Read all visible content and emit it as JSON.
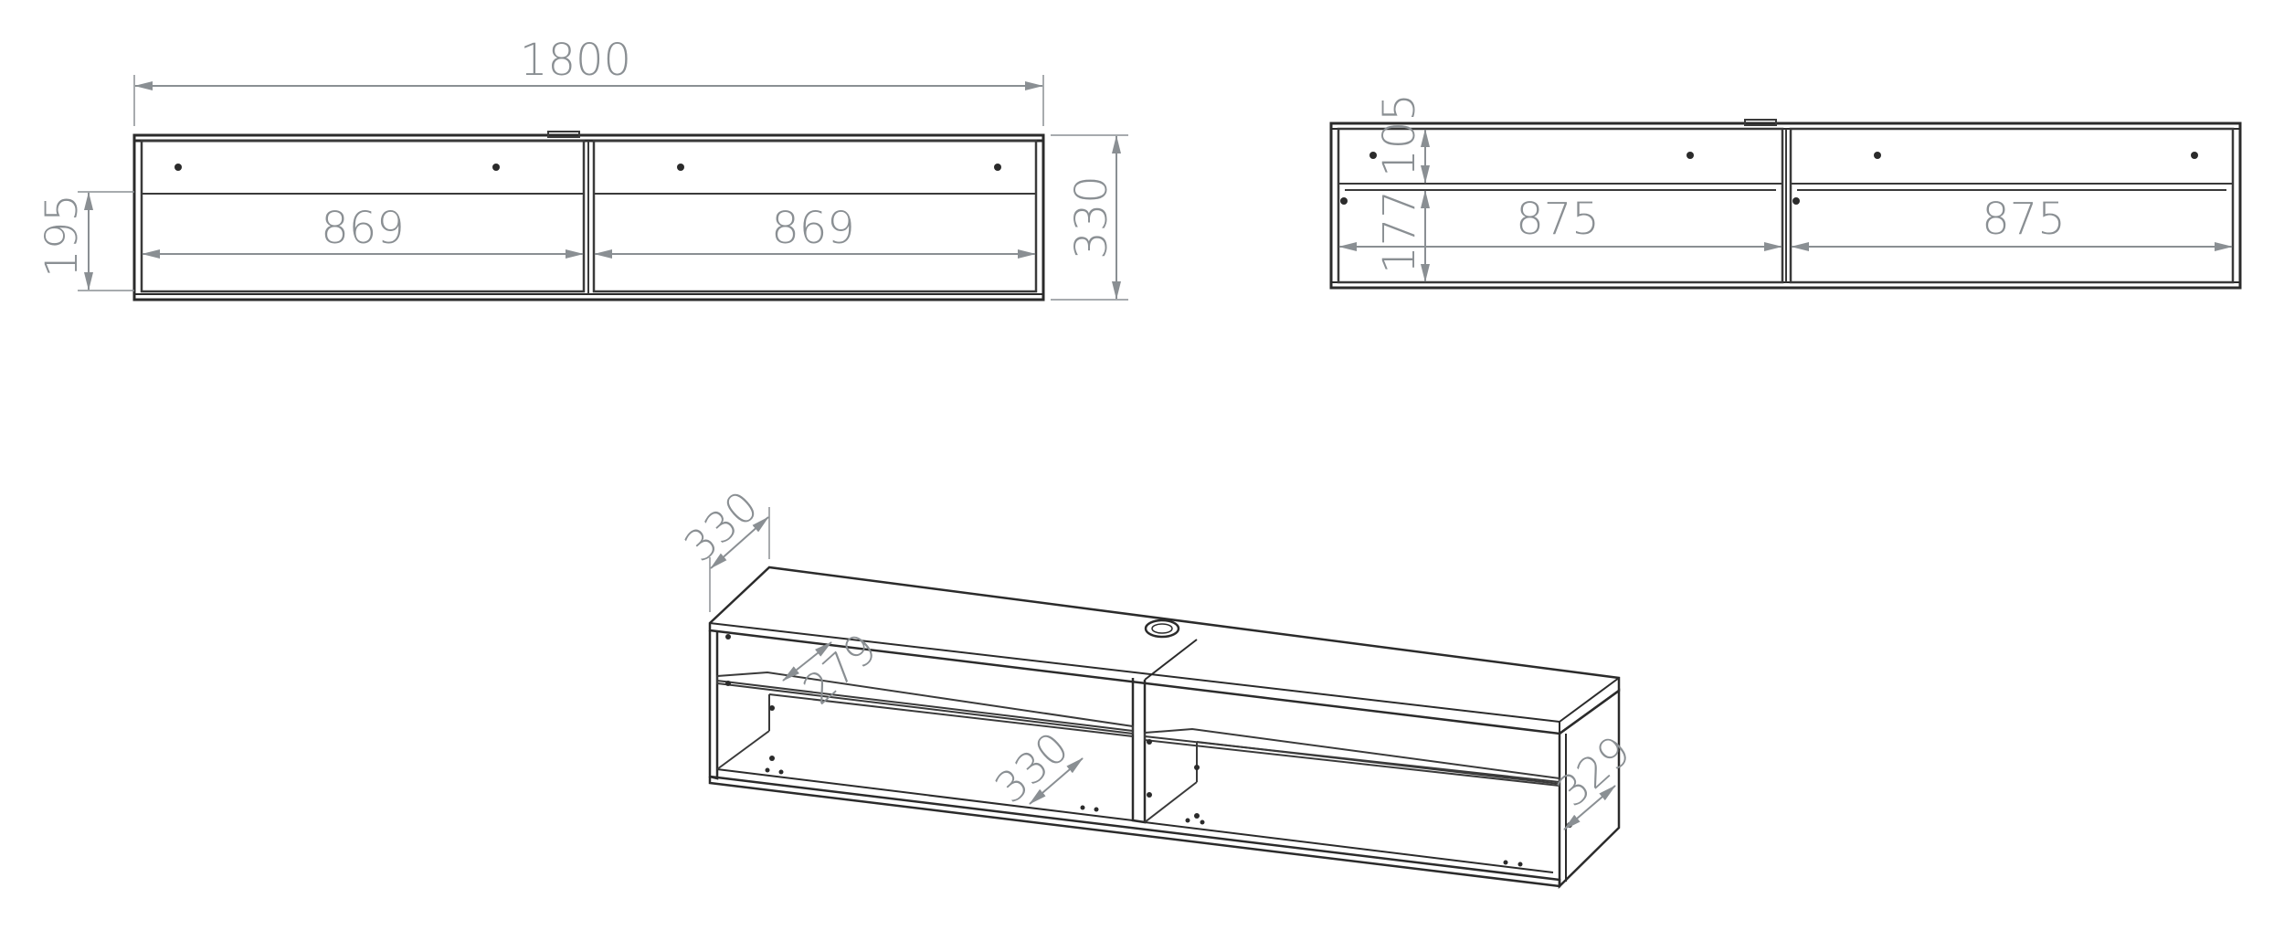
{
  "front_view": {
    "width": "1800",
    "height": "330",
    "lower_height": "195",
    "compartment_left": "869",
    "compartment_right": "869"
  },
  "back_view": {
    "upper_height": "105",
    "lower_height": "177",
    "compartment_left": "875",
    "compartment_right": "875"
  },
  "iso_view": {
    "depth": "330",
    "shelf_depth": "279",
    "inner_depth": "330",
    "side_depth": "329"
  },
  "colors": {
    "line": "#2b2b2b",
    "dimension": "#8a8f93"
  }
}
